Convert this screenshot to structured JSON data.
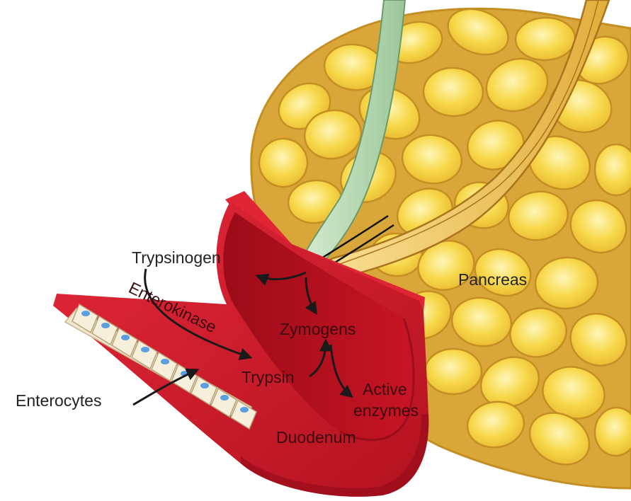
{
  "labels": {
    "pancreas": "Pancreas",
    "trypsinogen": "Trypsinogen",
    "enterokinase": "Enterokinase",
    "zymogens": "Zymogens",
    "trypsin": "Trypsin",
    "active_enzymes_line1": "Active",
    "active_enzymes_line2": "enzymes",
    "enterocytes": "Enterocytes",
    "duodenum": "Duodenum"
  },
  "colors": {
    "pancreas_lobule": "#f7d84a",
    "pancreas_septa": "#c48e22",
    "duodenum_wall": "#d61a28",
    "duodenum_lumen": "#b80f1e",
    "bile_duct": "#b9d9b4",
    "pancreatic_duct": "#f0c860",
    "enterocyte": "#f4eedc",
    "nucleus": "#5b9fe0",
    "label_text": "#222222",
    "label_on_red": "#4a0a10"
  }
}
